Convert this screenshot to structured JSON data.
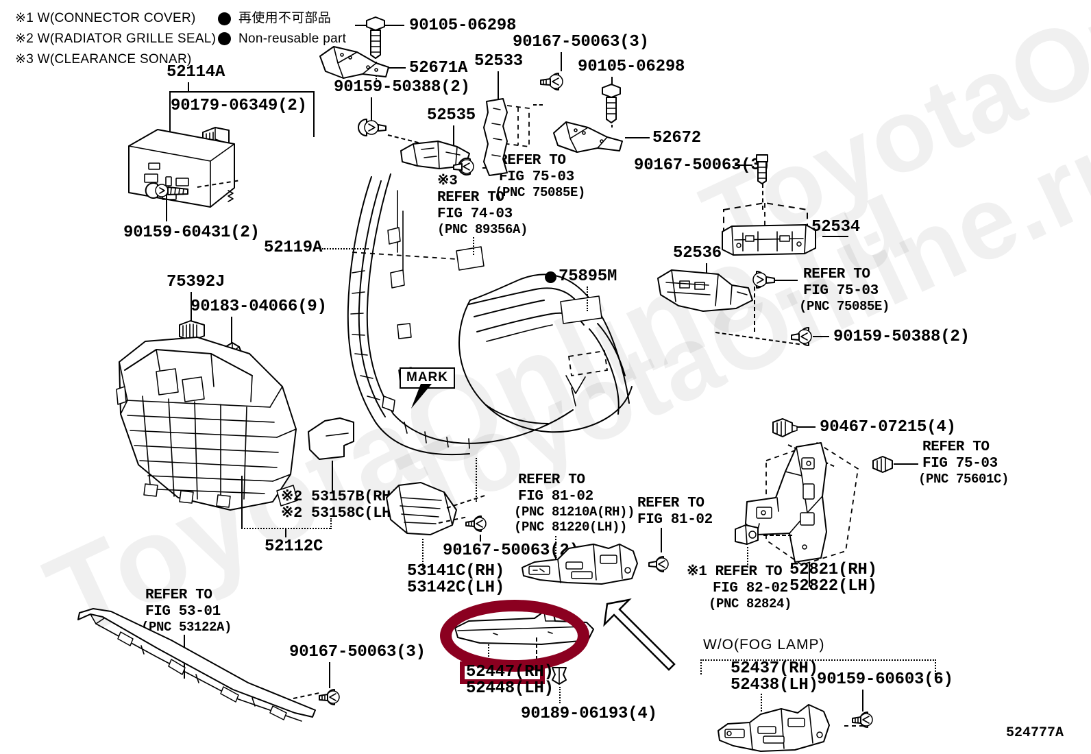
{
  "diagram": {
    "id": "524777A",
    "watermark": "ToyotaOnline.ru",
    "mark_label": "MARK"
  },
  "legend": {
    "notes": [
      "※1 W(CONNECTOR COVER)",
      "※2 W(RADIATOR GRILLE SEAL)",
      "※3 W(CLEARANCE SONAR)"
    ],
    "nonreusable_jp": "再使用不可部品",
    "nonreusable_en": "Non-reusable part"
  },
  "labels": {
    "p52114A": "52114A",
    "p90179_06349": "90179-06349(2)",
    "p90159_60431": "90159-60431(2)",
    "p52119A": "52119A",
    "p75392J": "75392J",
    "p90183_04066": "90183-04066(9)",
    "p53157B": "※2 53157B(RH)",
    "p53158C": "※2 53158C(LH)",
    "p52112C": "52112C",
    "p90105_06298_a": "90105-06298",
    "p52671A": "52671A",
    "p90159_50388_a": "90159-50388(2)",
    "p52535": "52535",
    "p52533": "52533",
    "p90167_50063_top": "90167-50063(3)",
    "p90105_06298_b": "90105-06298",
    "p52672": "52672",
    "p90167_50063_r": "90167-50063(3)",
    "p52534": "52534",
    "p52536": "52536",
    "p90159_50388_b": "90159-50388(2)",
    "p75895M": "75895M",
    "p90467_07215": "90467-07215(4)",
    "p52821": "52821(RH)",
    "p52822": "52822(LH)",
    "p53141C": "53141C(RH)",
    "p53142C": "53142C(LH)",
    "p90167_50063_c": "90167-50063(2)",
    "p52447": "52447(RH)",
    "p52448": "52448(LH)",
    "p90189_06193": "90189-06193(4)",
    "p90167_50063_bl": "90167-50063(3)",
    "p52437": "52437(RH)",
    "p52438": "52438(LH)",
    "p90159_60603": "90159-60603(6)",
    "wo_fog_lamp": "W/O(FOG LAMP)"
  },
  "refer_blocks": {
    "fig75_03_a": {
      "l1": "REFER TO",
      "l2": "FIG 75-03",
      "pnc": "(PNC 75085E)"
    },
    "fig74_03": {
      "mark": "※3",
      "l1": "REFER TO",
      "l2": "FIG 74-03",
      "pnc": "(PNC 89356A)"
    },
    "fig75_03_b": {
      "l1": "REFER TO",
      "l2": "FIG 75-03",
      "pnc": "(PNC 75085E)"
    },
    "fig75_03_c": {
      "l1": "REFER TO",
      "l2": "FIG 75-03",
      "pnc": "(PNC 75601C)"
    },
    "fig81_02_a": {
      "l1": "REFER TO",
      "l2": "FIG 81-02",
      "pnc1": "(PNC 81210A(RH))",
      "pnc2": "(PNC 81220(LH))"
    },
    "fig81_02_b": {
      "l1": "REFER TO",
      "l2": "FIG 81-02"
    },
    "fig82_02": {
      "mark": "※1",
      "l1": "REFER TO",
      "l2": "FIG 82-02",
      "pnc": "(PNC 82824)"
    },
    "fig53_01": {
      "l1": "REFER TO",
      "l2": "FIG 53-01",
      "pnc": "(PNC 53122A)"
    }
  },
  "colors": {
    "highlight": "#8B0020",
    "ink": "#000000",
    "paper": "#ffffff"
  }
}
